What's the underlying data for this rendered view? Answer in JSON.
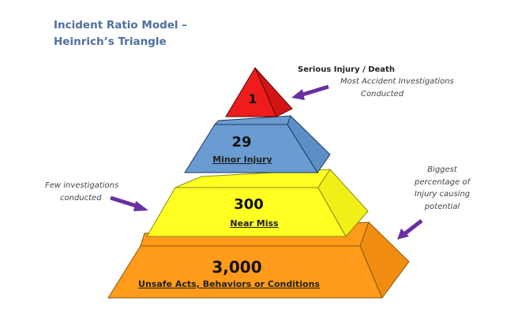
{
  "title": {
    "line1": "Incident Ratio Model –",
    "line2": "Heinrich’s Triangle"
  },
  "colors": {
    "title": "#4f6f9f",
    "tier_top": "#ee1c1c",
    "tier_2": "#6a9bd1",
    "tier_3": "#ffff22",
    "tier_4": "#ff9a1a",
    "arrow": "#6a2fa0"
  },
  "tiers": [
    {
      "count": "1",
      "label": ""
    },
    {
      "count": "29",
      "label": "Minor Injury"
    },
    {
      "count": "300",
      "label": "Near Miss"
    },
    {
      "count": "3,000",
      "label": "Unsafe Acts, Behaviors or Conditions"
    }
  ],
  "annotations": {
    "top_heading": "Serious Injury / Death",
    "top_note_line1": "Most Accident Investigations",
    "top_note_line2": "Conducted",
    "left_note_line1": "Few investigations",
    "left_note_line2": "conducted",
    "right_note_line1": "Biggest",
    "right_note_line2": "percentage of",
    "right_note_line3": "Injury causing",
    "right_note_line4": "potential"
  }
}
